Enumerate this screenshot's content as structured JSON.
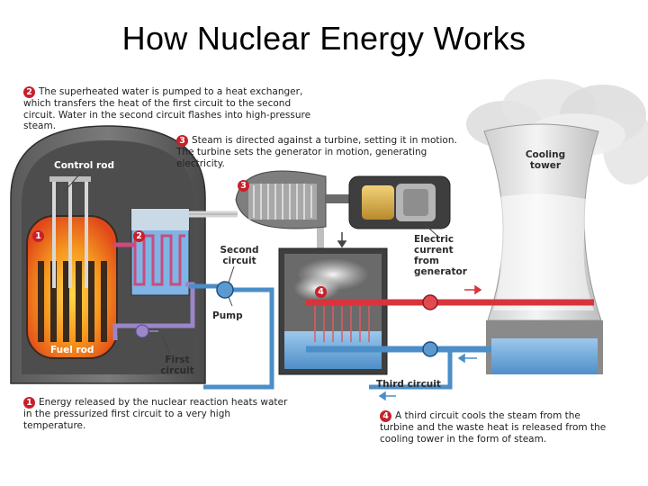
{
  "title": "How Nuclear Energy Works",
  "steps": [
    {
      "num": "1",
      "text": "Energy released by the nuclear reaction heats water in the pressurized first circuit to a very high temperature."
    },
    {
      "num": "2",
      "text": "The superheated water is pumped to a heat exchanger, which transfers the heat of the first circuit to the second circuit. Water in the second circuit flashes into high-pressure steam."
    },
    {
      "num": "3",
      "text": "Steam is directed against a turbine, setting it in motion. The turbine sets the generator in motion, generating electricity."
    },
    {
      "num": "4",
      "text": "A third circuit cools the steam from the turbine and the waste heat is released from the cooling tower in the form of steam."
    }
  ],
  "labels": {
    "control_rod": "Control rod",
    "fuel_rod": "Fuel rod",
    "first_circuit": "First circuit",
    "second_circuit": "Second circuit",
    "pump": "Pump",
    "electric_current": "Electric current from generator",
    "cooling_tower": "Cooling tower",
    "third_circuit": "Third circuit"
  },
  "colors": {
    "accent_red": "#c8202a",
    "reactor_orange": "#f08a1e",
    "water_blue": "#4b8ec8",
    "circuit_purple": "#9a86c8",
    "housing_gray": "#3e3e3e"
  }
}
